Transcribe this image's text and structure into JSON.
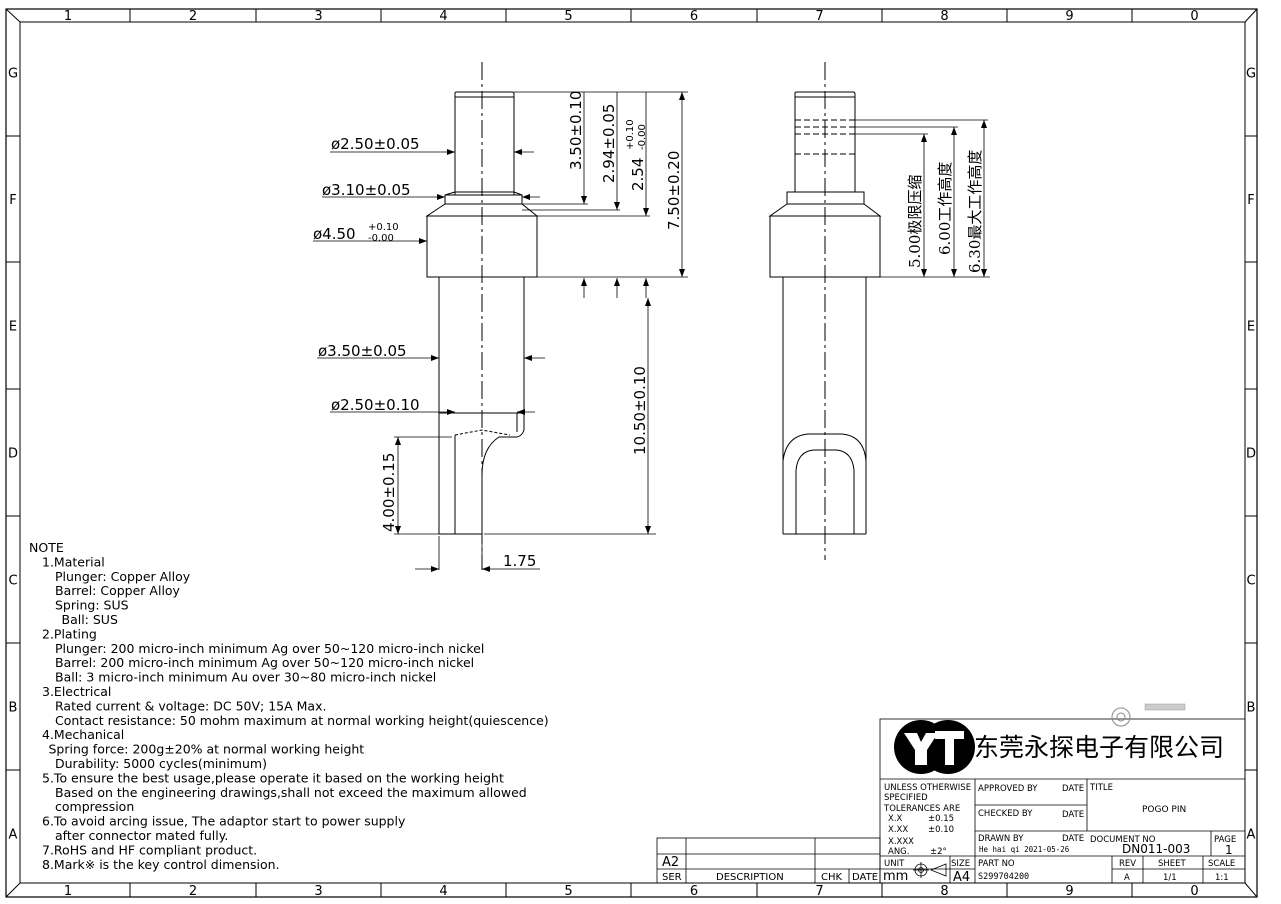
{
  "frame": {
    "columns": [
      "1",
      "2",
      "3",
      "4",
      "5",
      "6",
      "7",
      "8",
      "9",
      "0"
    ],
    "rows": [
      "G",
      "F",
      "E",
      "D",
      "C",
      "B",
      "A"
    ]
  },
  "dims": {
    "d250_top": "ø2.50±0.05",
    "d310": "ø3.10±0.05",
    "d450": "ø4.50",
    "d450_tol_up": "+0.10",
    "d450_tol_lo": "-0.00",
    "d350": "ø3.50±0.05",
    "d250_low": "ø2.50±0.10",
    "len_350": "3.50±0.10",
    "len_294": "2.94±0.05",
    "len_254": "2.54",
    "len_254_tol_up": "+0.10",
    "len_254_tol_lo": "-0.00",
    "len_750": "7.50±0.20",
    "len_1050": "10.50±0.10",
    "len_400": "4.00±0.15",
    "w_175": "1.75",
    "h_500": "5.00极限压缩",
    "h_600": "6.00工作高度",
    "h_630": "6.30最大工作高度"
  },
  "notes": [
    "NOTE",
    "1.Material",
    "Plunger: Copper Alloy",
    "Barrel: Copper Alloy",
    "Spring: SUS",
    "Ball:   SUS",
    "2.Plating",
    "Plunger: 200 micro-inch minimum Ag over 50~120 micro-inch nickel",
    "Barrel: 200 micro-inch minimum Ag over 50~120 micro-inch nickel",
    "Ball:    3 micro-inch minimum Au over 30~80 micro-inch nickel",
    "3.Electrical",
    "Rated current & voltage: DC 50V; 15A Max.",
    "Contact resistance: 50 mohm maximum at normal working height(quiescence)",
    "4.Mechanical",
    "Spring force: 200g±20% at normal working height",
    "Durability: 5000 cycles(minimum)",
    "5.To ensure the best usage,please operate it based on the working height",
    "Based on the engineering drawings,shall not exceed the maximum allowed",
    "compression",
    "6.To avoid arcing issue, The adaptor start to power supply",
    "after connector mated fully.",
    "7.RoHS and HF compliant product.",
    "8.Mark※ is the key control dimension."
  ],
  "title_block": {
    "company": "东莞永探电子有限公司",
    "unless": "UNLESS OTHERWISE",
    "specified": "SPECIFIED",
    "tolerances": "TOLERANCES ARE",
    "xx": "X.X",
    "xx_v": "±0.15",
    "xxx": "X.XX",
    "xxx_v": "±0.10",
    "xxxx": "X.XXX",
    "ang": "ANG.",
    "ang_v": "±2°",
    "approved": "APPROVED BY",
    "checked": "CHECKED BY",
    "drawn": "DRAWN BY",
    "date": "DATE",
    "drawn_val": "He hai qi 2021-05-26",
    "title_label": "TITLE",
    "title_val": "POGO PIN",
    "doc_no": "DOCUMENT NO",
    "doc_no_val": "DN011-003",
    "page": "PAGE",
    "page_val": "1",
    "unit": "UNIT",
    "unit_val": "mm",
    "size": "SIZE",
    "size_val": "A4",
    "part_no": "PART NO",
    "part_no_val": "S299704200",
    "rev": "REV",
    "rev_val": "A",
    "sheet": "SHEET",
    "sheet_val": "1/1",
    "scale": "SCALE",
    "scale_val": "1:1"
  },
  "revision": {
    "a2": "A2",
    "ser": "SER",
    "description": "DESCRIPTION",
    "chk": "CHK",
    "date": "DATE"
  }
}
